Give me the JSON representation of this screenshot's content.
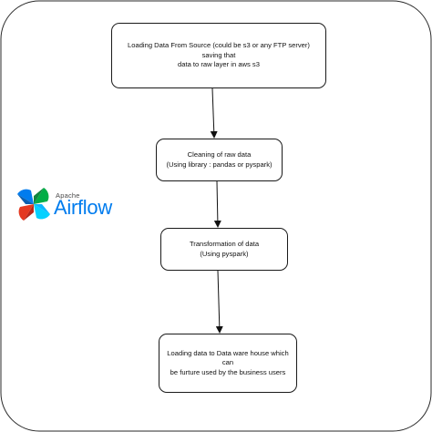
{
  "diagram": {
    "steps": [
      {
        "label": "Loading Data From Source (could be s3 or any FTP server) saving that\ndata to raw layer in aws s3"
      },
      {
        "label": "Cleaning of raw data\n(Using library : pandas or pyspark)"
      },
      {
        "label": "Transformation of  data\n(Using pyspark)"
      },
      {
        "label": "Loading data to Data ware house which can\nbe furture used by the business users"
      }
    ]
  },
  "logo": {
    "brand_small": "Apache",
    "brand_large": "Airflow",
    "icon": "airflow-pinwheel-icon",
    "colors": {
      "text_blue": "#017cee",
      "petal_teal": "#00ad46",
      "petal_red": "#e43921",
      "petal_blue": "#04d1ff",
      "petal_green": "#0cb6ff"
    }
  }
}
